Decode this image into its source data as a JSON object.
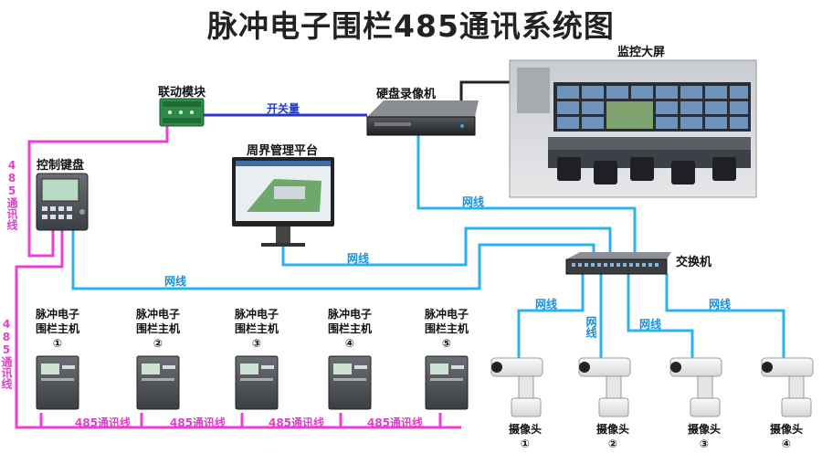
{
  "title": "脉冲电子围栏485通讯系统图",
  "devices": {
    "linkage_module": "联动模块",
    "nvr": "硬盘录像机",
    "video_wall": "监控大屏",
    "keyboard": "控制键盘",
    "platform": "周界管理平台",
    "switch": "交换机"
  },
  "links": {
    "switch_signal": "开关量",
    "network": "网线",
    "rs485": "485通讯线"
  },
  "hosts": [
    {
      "line1": "脉冲电子",
      "line2": "围栏主机",
      "num": "①"
    },
    {
      "line1": "脉冲电子",
      "line2": "围栏主机",
      "num": "②"
    },
    {
      "line1": "脉冲电子",
      "line2": "围栏主机",
      "num": "③"
    },
    {
      "line1": "脉冲电子",
      "line2": "围栏主机",
      "num": "④"
    },
    {
      "line1": "脉冲电子",
      "line2": "围栏主机",
      "num": "⑤"
    }
  ],
  "cameras": [
    {
      "label": "摄像头",
      "num": "①"
    },
    {
      "label": "摄像头",
      "num": "②"
    },
    {
      "label": "摄像头",
      "num": "③"
    },
    {
      "label": "摄像头",
      "num": "④"
    }
  ]
}
